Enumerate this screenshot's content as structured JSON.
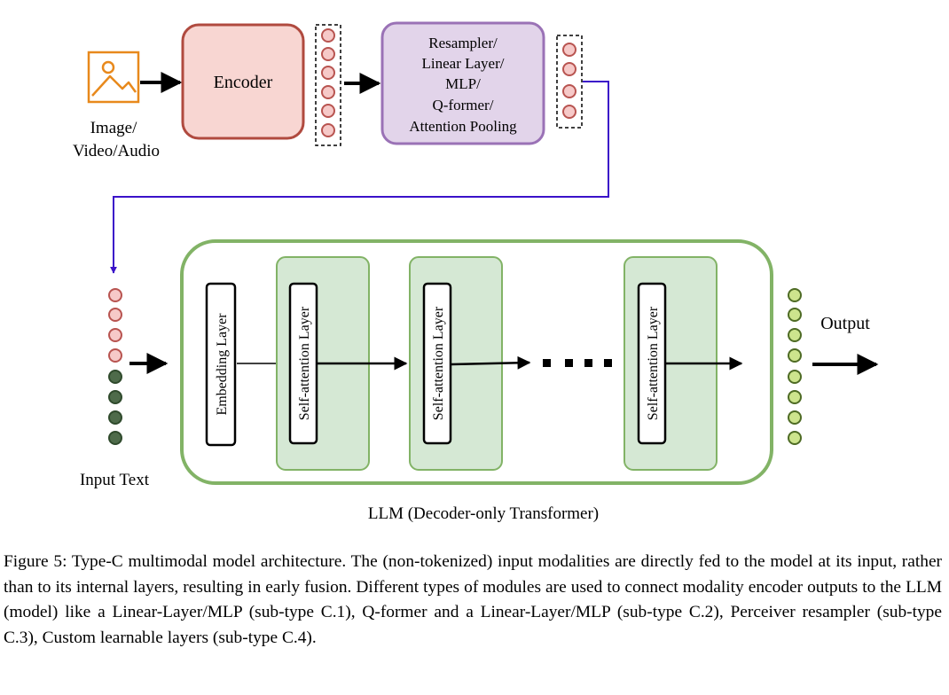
{
  "top": {
    "input_label_line1": "Image/",
    "input_label_line2": "Video/Audio",
    "input_icon": "image-icon",
    "encoder_label": "Encoder",
    "connector_lines": [
      "Resampler/",
      "Linear Layer/",
      "MLP/",
      "Q-former/",
      "Attention Pooling"
    ]
  },
  "llm": {
    "input_text_label": "Input Text",
    "embedding_layer_label": "Embedding Layer",
    "self_attention_labels": [
      "Self-attention Layer",
      "Self-attention Layer",
      "Self-attention Layer"
    ],
    "ellipsis": "· · · ·",
    "output_label": "Output",
    "container_label": "LLM (Decoder-only Transformer)"
  },
  "colors": {
    "encoder_fill": "#f8d6d2",
    "encoder_border": "#b04a3f",
    "connector_fill": "#e2d4ea",
    "connector_border": "#9a72b6",
    "llm_border": "#82b366",
    "layer_fill": "#d5e8d4",
    "token_modality": "#f6c9c8",
    "token_modality_border": "#b85450",
    "token_text": "#4e6b4a",
    "token_output": "#cde48d",
    "route_line": "#3b12c9",
    "icon": "#e8891c"
  },
  "caption": {
    "figure_label": "Figure 5:",
    "text": "Type-C multimodal model architecture. The (non-tokenized) input modalities are directly fed to the model at its input, rather than to its internal layers, resulting in early fusion. Different types of modules are used to connect modality encoder outputs to the LLM (model) like a Linear-Layer/MLP (sub-type C.1), Q-former and a Linear-Layer/MLP (sub-type C.2), Perceiver resampler (sub-type C.3), Custom learnable layers (sub-type C.4)."
  }
}
